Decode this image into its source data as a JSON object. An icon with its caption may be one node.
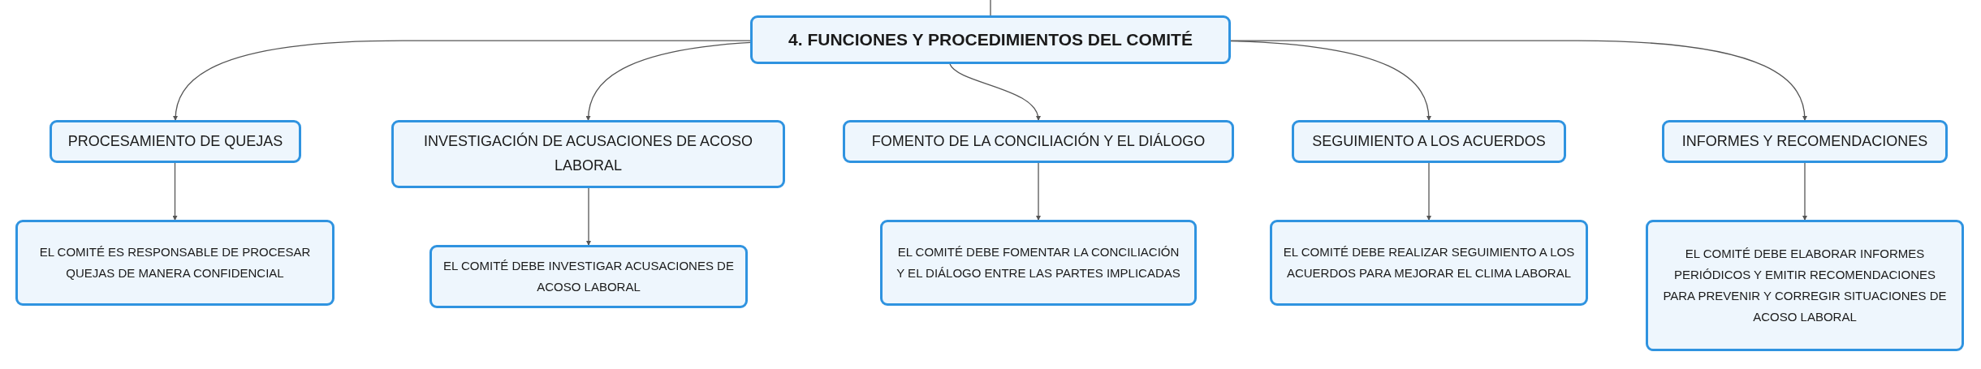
{
  "diagram": {
    "nodes": [
      {
        "text": [
          "4. FUNCIONES Y PROCEDIMIENTOS DEL COMITÉ"
        ]
      },
      {
        "text": [
          "PROCESAMIENTO DE QUEJAS"
        ]
      },
      {
        "text": [
          "INVESTIGACIÓN DE ACUSACIONES DE ACOSO LABORAL"
        ]
      },
      {
        "text": [
          "FOMENTO DE LA CONCILIACIÓN Y EL DIÁLOGO"
        ]
      },
      {
        "text": [
          "SEGUIMIENTO A LOS ACUERDOS"
        ]
      },
      {
        "text": [
          "INFORMES Y RECOMENDACIONES"
        ]
      },
      {
        "text": [
          "EL COMITÉ ES RESPONSABLE DE PROCESAR QUEJAS DE MANERA CONFIDENCIAL"
        ]
      },
      {
        "text": [
          "EL COMITÉ DEBE INVESTIGAR ACUSACIONES DE ACOSO LABORAL"
        ]
      },
      {
        "text": [
          "EL COMITÉ DEBE FOMENTAR LA CONCILIACIÓN Y EL DIÁLOGO ENTRE LAS PARTES IMPLICADAS"
        ]
      },
      {
        "text": [
          "EL COMITÉ DEBE REALIZAR SEGUIMIENTO A LOS ACUERDOS PARA MEJORAR EL CLIMA LABORAL"
        ]
      },
      {
        "text": [
          "EL COMITÉ DEBE ELABORAR INFORMES PERIÓDICOS Y EMITIR RECOMENDACIONES PARA PREVENIR Y CORREGIR SITUACIONES DE ACOSO LABORAL"
        ]
      }
    ],
    "edges": [
      {
        "from": null,
        "to": 0,
        "arrow": "none"
      },
      {
        "from": 0,
        "to": 1,
        "arrow": "to"
      },
      {
        "from": 0,
        "to": 2,
        "arrow": "to"
      },
      {
        "from": 0,
        "to": 3,
        "arrow": "to"
      },
      {
        "from": 0,
        "to": 4,
        "arrow": "to"
      },
      {
        "from": 0,
        "to": 5,
        "arrow": "to"
      },
      {
        "from": 1,
        "to": 6,
        "arrow": "to"
      },
      {
        "from": 2,
        "to": 7,
        "arrow": "to"
      },
      {
        "from": 3,
        "to": 8,
        "arrow": "to"
      },
      {
        "from": 4,
        "to": 9,
        "arrow": "to"
      },
      {
        "from": 5,
        "to": 10,
        "arrow": "to"
      }
    ]
  }
}
